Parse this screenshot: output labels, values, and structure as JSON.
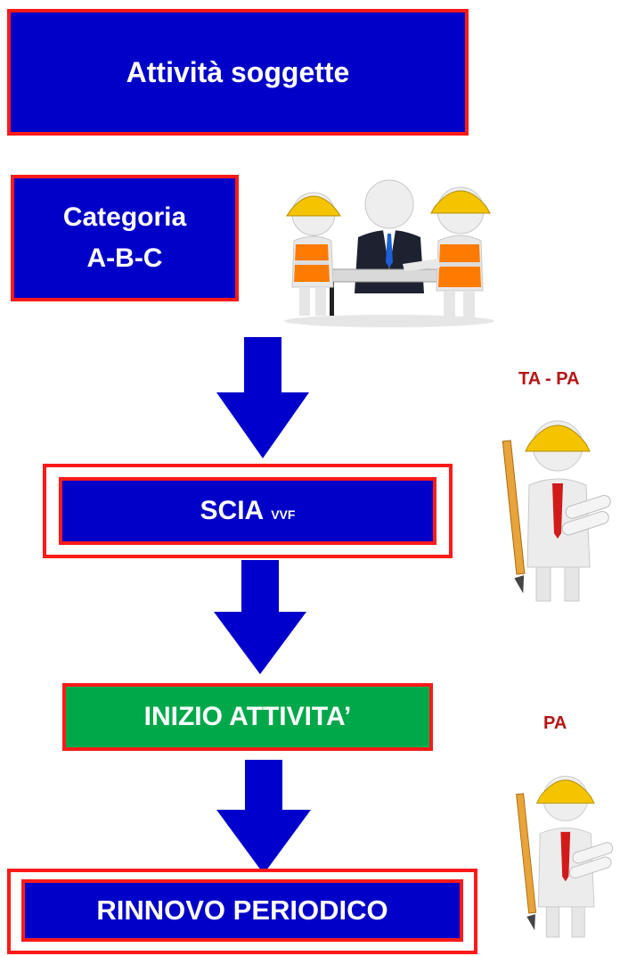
{
  "title_box": {
    "label": "Attività soggette"
  },
  "category_box": {
    "line1": "Categoria",
    "line2": "A-B-C"
  },
  "scia_box": {
    "label": "SCIA",
    "suffix": "VVF"
  },
  "start_box": {
    "label": "INIZIO ATTIVITA’"
  },
  "renewal_box": {
    "label": "RINNOVO PERIODICO"
  },
  "side_labels": {
    "first": "TA - PA",
    "second": "PA"
  },
  "colors": {
    "box_blue": "#0000c8",
    "box_green": "#00a84a",
    "border_red": "#ff1a1a",
    "label_red": "#b81414",
    "hat_yellow": "#f5c400"
  },
  "illustrations": [
    {
      "icon": "team-meeting-icon"
    },
    {
      "icon": "engineer-with-pencil-icon"
    },
    {
      "icon": "engineer-with-pencil-icon"
    }
  ]
}
